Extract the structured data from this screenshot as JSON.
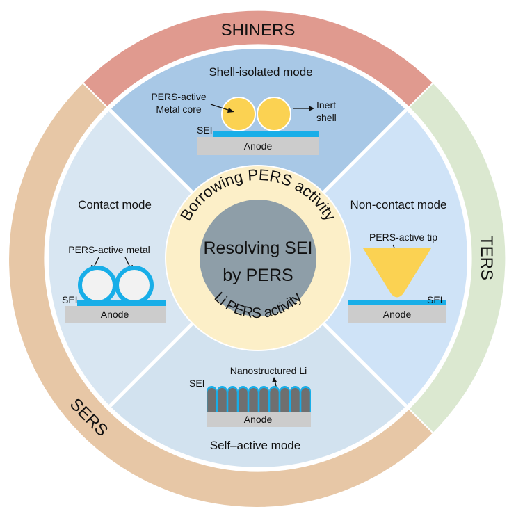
{
  "colors": {
    "shiners_ring": "#e09a8f",
    "ters_ring": "#dbe8d0",
    "sers_ring": "#e7c7a6",
    "top_quadrant": "#a8c8e6",
    "right_quadrant": "#cfe3f7",
    "left_quadrant": "#d8e6f2",
    "bottom_quadrant": "#d2e2ef",
    "inner_ring": "#fcefc8",
    "center": "#8e9ea8",
    "gold": "#fbd252",
    "sei_blue": "#18aee8",
    "anode_gray": "#cccccc",
    "li_gray": "#6f6f6f"
  },
  "ring": {
    "shiners": "SHINERS",
    "ters": "TERS",
    "sers": "SERS"
  },
  "center": {
    "line1": "Resolving SEI",
    "line2": "by PERS",
    "arc_top": "Borrowing PERS activity",
    "arc_bottom": "Li PERS activity"
  },
  "top": {
    "title": "Shell-isolated mode",
    "core_label_1": "PERS-active",
    "core_label_2": "Metal core",
    "shell_label_1": "Inert",
    "shell_label_2": "shell",
    "sei": "SEI",
    "anode": "Anode"
  },
  "left": {
    "title": "Contact mode",
    "metal_label": "PERS-active metal",
    "sei": "SEI",
    "anode": "Anode"
  },
  "right": {
    "title": "Non-contact mode",
    "tip_label": "PERS-active tip",
    "sei": "SEI",
    "anode": "Anode"
  },
  "bottom": {
    "title": "Self–active mode",
    "li_label": "Nanostructured Li",
    "sei": "SEI",
    "anode": "Anode"
  }
}
